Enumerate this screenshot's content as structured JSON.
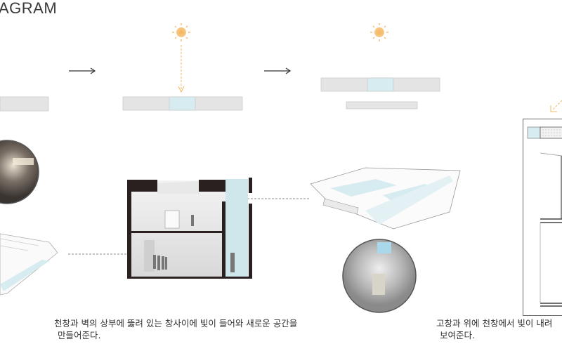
{
  "title": "AGRAM",
  "captions": {
    "middle": {
      "line1": "천창과 벽의 상부에 뚫려 있는 창사이에 빛이 들어와 새로운 공간을",
      "line2": "만들어준다."
    },
    "right": {
      "line1": "고창과 위에 천창에서 빛이 내려",
      "line2": "보여준다."
    }
  },
  "colors": {
    "sun": "#f2b866",
    "glass": "#d6ecf0",
    "slab": "#e4e4e4",
    "wall": "#2b2020",
    "text": "#333333"
  },
  "icons": [
    "sun-icon",
    "arrow-right-icon",
    "light-ray-arrow-icon"
  ]
}
